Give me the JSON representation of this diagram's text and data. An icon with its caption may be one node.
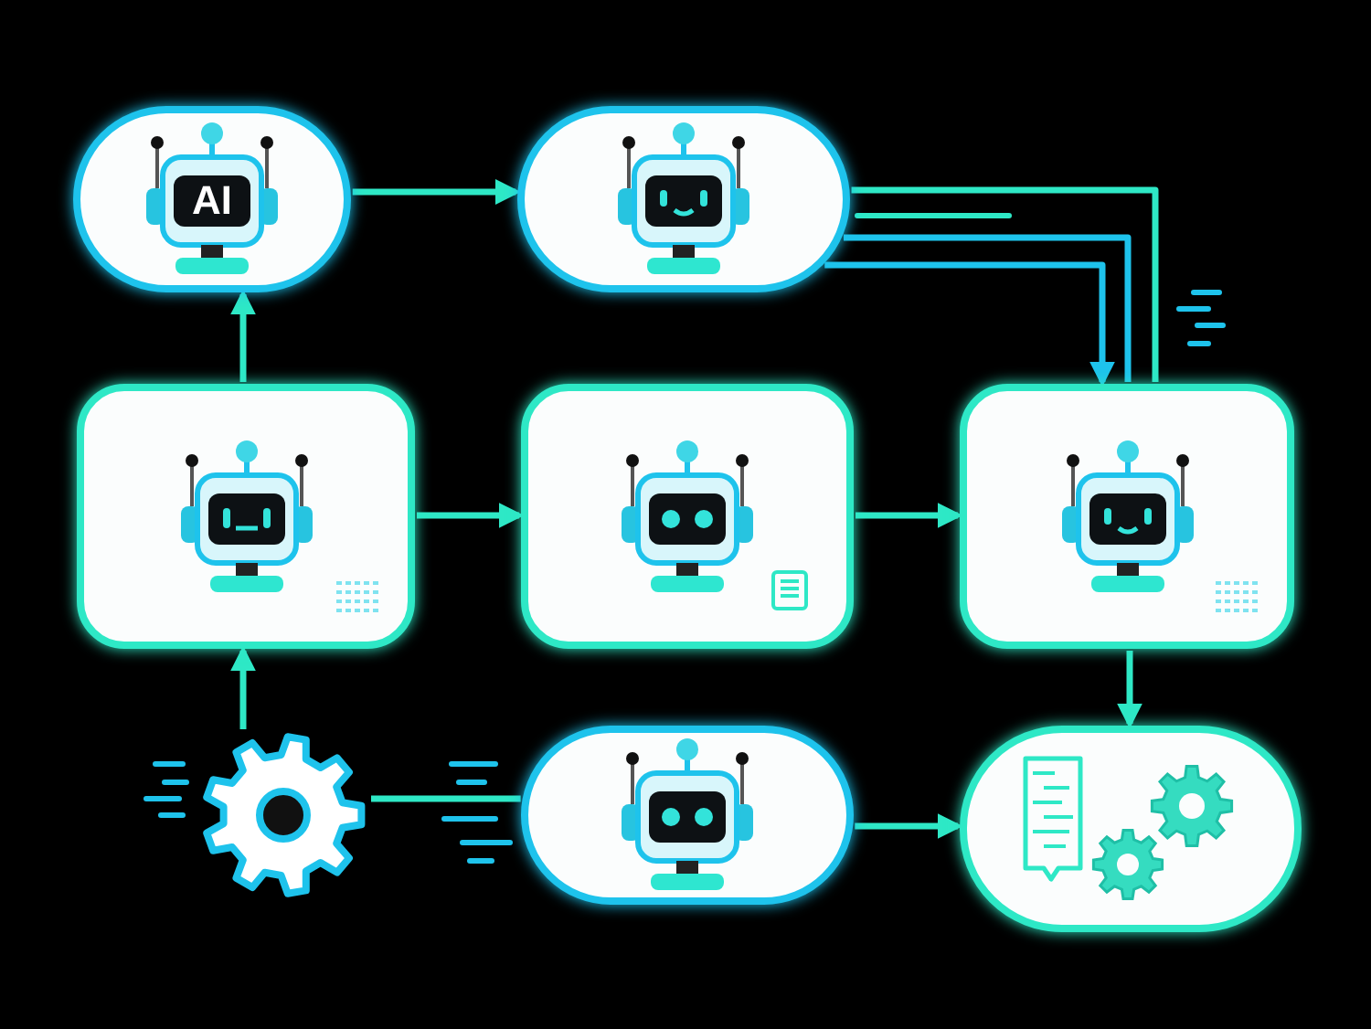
{
  "diagram": {
    "nodes": [
      {
        "text": [
          "AI"
        ]
      },
      {
        "text": [],
        "shape": "picture"
      },
      {
        "text": [],
        "shape": "picture"
      },
      {
        "text": [],
        "shape": "picture"
      },
      {
        "text": [],
        "shape": "picture"
      },
      {
        "text": [],
        "shape": "picture"
      },
      {
        "text": [],
        "shape": "picture"
      },
      {
        "text": [],
        "shape": "picture"
      }
    ],
    "edges": [
      {
        "from": 0,
        "to": 1,
        "arrow": "to"
      },
      {
        "from": 1,
        "to": 4,
        "arrow": "none"
      },
      {
        "from": 1,
        "to": 4,
        "arrow": "none",
        "color": "#1ec3ec"
      },
      {
        "from": 1,
        "to": 4,
        "arrow": "to",
        "color": "#1ec3ec"
      },
      {
        "from": 2,
        "to": 0,
        "arrow": "to"
      },
      {
        "from": 2,
        "to": 3,
        "arrow": "to"
      },
      {
        "from": 3,
        "to": 4,
        "arrow": "to"
      },
      {
        "from": 5,
        "to": 2,
        "arrow": "to"
      },
      {
        "from": 4,
        "to": 7,
        "arrow": "to"
      },
      {
        "from": 5,
        "to": 6,
        "arrow": "none"
      },
      {
        "from": 6,
        "to": 7,
        "arrow": "to"
      }
    ]
  }
}
